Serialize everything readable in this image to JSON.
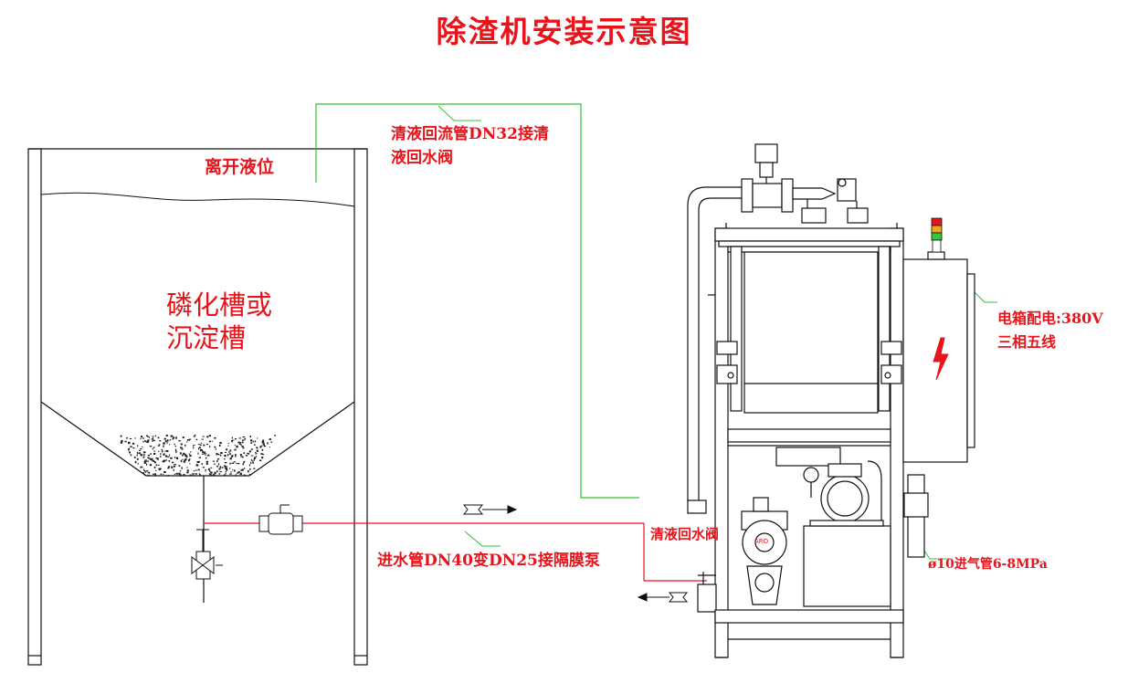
{
  "title": "除渣机安装示意图",
  "labels": {
    "leave_level": "离开液位",
    "return_pipe_line1": "清液回流管DN32接清",
    "return_pipe_line2": "液回水阀",
    "tank_line1": "磷化槽或",
    "tank_line2": "沉淀槽",
    "inlet_pipe": "进水管DN40变DN25接隔膜泵",
    "return_valve": "清液回水阀",
    "power_line1": "电箱配电:380V",
    "power_line2": "三相五线",
    "air_pipe": "ø10进气管6-8MPa",
    "pump_badge": "ARO"
  },
  "colors": {
    "annotation": "#e8141b",
    "return_line": "#2fc42f",
    "drawing": "#111111",
    "lamp_red": "#e8141b",
    "lamp_yellow": "#f2a41c",
    "lamp_green": "#37c837"
  }
}
